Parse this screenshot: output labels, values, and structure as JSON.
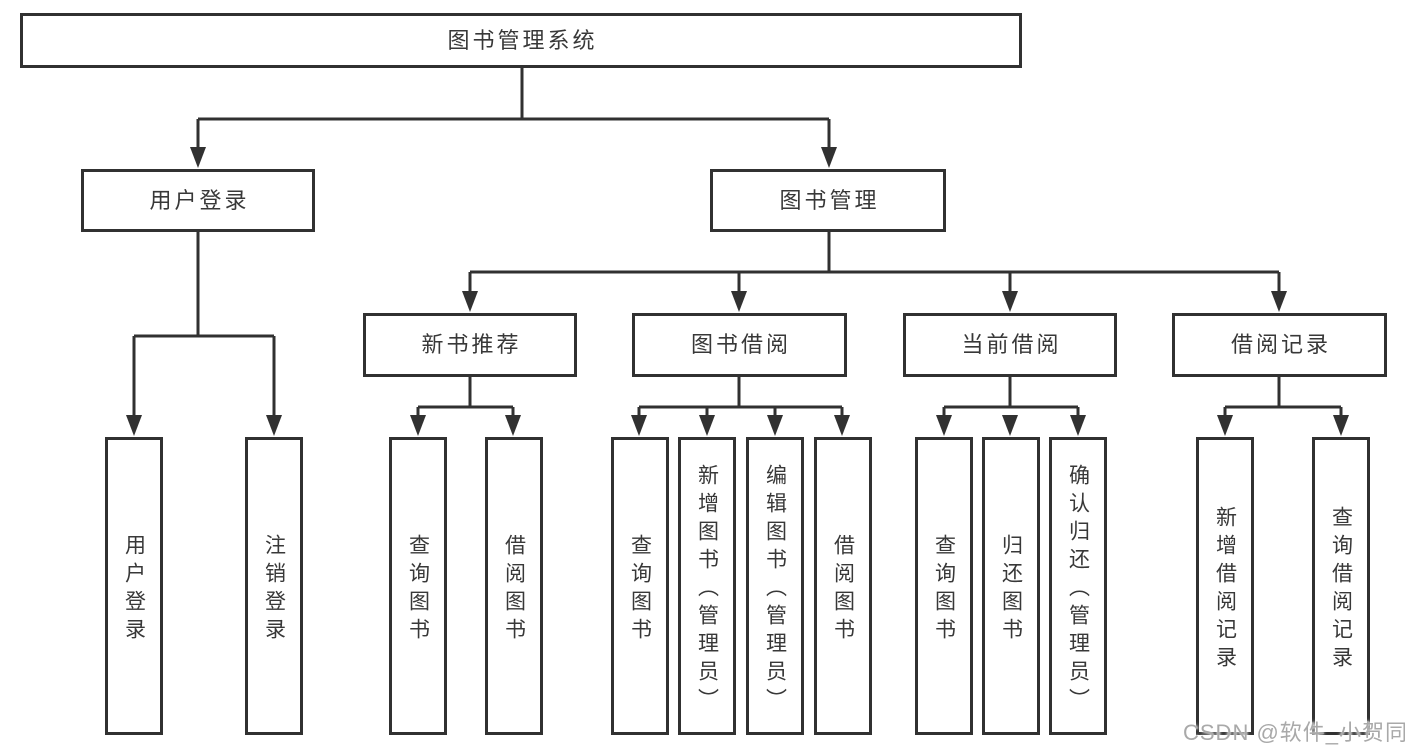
{
  "diagram": {
    "root": {
      "label": "图书管理系统"
    },
    "branches": {
      "user_login": {
        "label": "用户登录",
        "children": {
          "login": "用户登录",
          "logout": "注销登录"
        }
      },
      "book_management": {
        "label": "图书管理",
        "children": {
          "new_book_recommendation": {
            "label": "新书推荐",
            "children": {
              "query_book": "查询图书",
              "borrow_book": "借阅图书"
            }
          },
          "book_borrowing": {
            "label": "图书借阅",
            "children": {
              "query_book": "查询图书",
              "add_book": "新增图书（管理员）",
              "edit_book": "编辑图书（管理员）",
              "borrow_book": "借阅图书"
            }
          },
          "current_borrowing": {
            "label": "当前借阅",
            "children": {
              "query_book": "查询图书",
              "return_book": "归还图书",
              "confirm_return": "确认归还（管理员）"
            }
          },
          "borrowing_records": {
            "label": "借阅记录",
            "children": {
              "add_record": "新增借阅记录",
              "query_record": "查询借阅记录"
            }
          }
        }
      }
    },
    "watermark": "CSDN @软件_小贺同学",
    "colors": {
      "line": "#313131",
      "text": "#383838",
      "watermark": "#a9a9a9",
      "background": "#ffffff"
    }
  }
}
